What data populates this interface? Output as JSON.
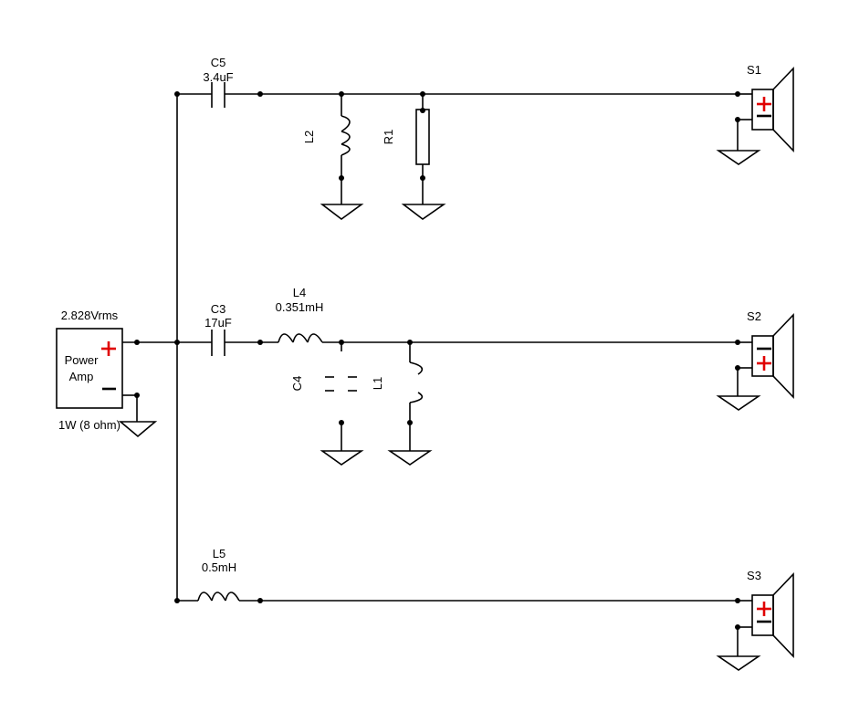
{
  "amp": {
    "voltage": "2.828Vrms",
    "line1": "Power",
    "line2": "Amp",
    "rating": "1W (8 ohm)"
  },
  "components": {
    "c5": {
      "name": "C5",
      "value": "3.4uF"
    },
    "c3": {
      "name": "C3",
      "value": "17uF"
    },
    "l4": {
      "name": "L4",
      "value": "0.351mH"
    },
    "l5": {
      "name": "L5",
      "value": "0.5mH"
    },
    "l2": {
      "name": "L2"
    },
    "r1": {
      "name": "R1"
    },
    "c4": {
      "name": "C4"
    },
    "l1": {
      "name": "L1"
    }
  },
  "speakers": {
    "s1": {
      "name": "S1"
    },
    "s2": {
      "name": "S2"
    },
    "s3": {
      "name": "S3"
    }
  },
  "colors": {
    "wire": "#000000",
    "polarity_plus": "#e00000"
  }
}
